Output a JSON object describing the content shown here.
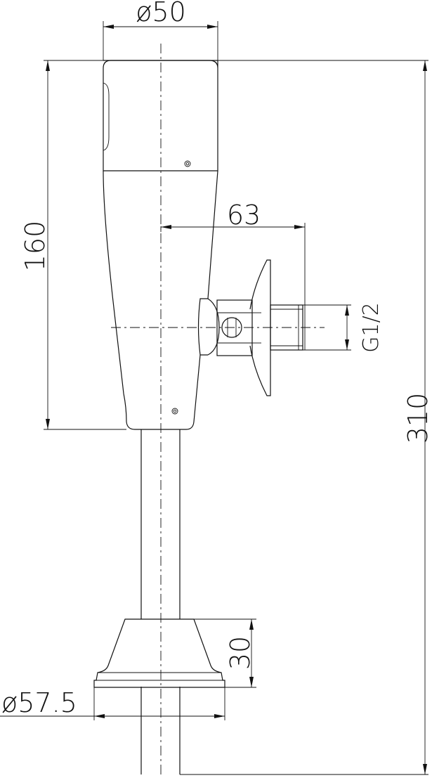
{
  "dimensions": {
    "top_diameter": "ø50",
    "body_height": "160",
    "outlet_offset": "63",
    "thread": "G1/2",
    "total_height": "310",
    "base_height": "30",
    "base_diameter": "ø57.5"
  },
  "icons": {
    "screw_top": "screw-icon",
    "screw_bottom": "screw-icon"
  }
}
